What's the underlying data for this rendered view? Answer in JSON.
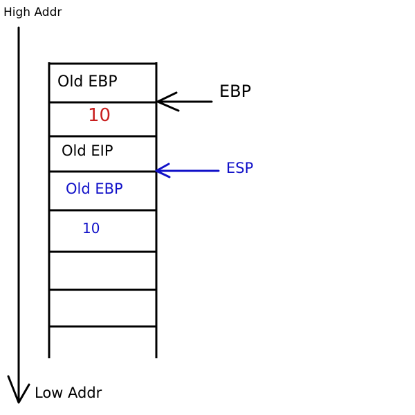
{
  "labels": {
    "high_addr": "High Addr",
    "low_addr": "Low Addr"
  },
  "stack": {
    "cells": [
      {
        "text": "Old EBP",
        "color": "#000000"
      },
      {
        "text": "10",
        "color": "#c81e1e"
      },
      {
        "text": "Old EIP",
        "color": "#000000"
      },
      {
        "text": "Old EBP",
        "color": "#1010c8"
      },
      {
        "text": "10",
        "color": "#1010c8"
      },
      {
        "text": "",
        "color": "#000000"
      },
      {
        "text": "",
        "color": "#000000"
      },
      {
        "text": "",
        "color": "#000000"
      }
    ]
  },
  "pointers": {
    "ebp": {
      "label": "EBP",
      "color": "#000000"
    },
    "esp": {
      "label": "ESP",
      "color": "#1010c8"
    }
  }
}
